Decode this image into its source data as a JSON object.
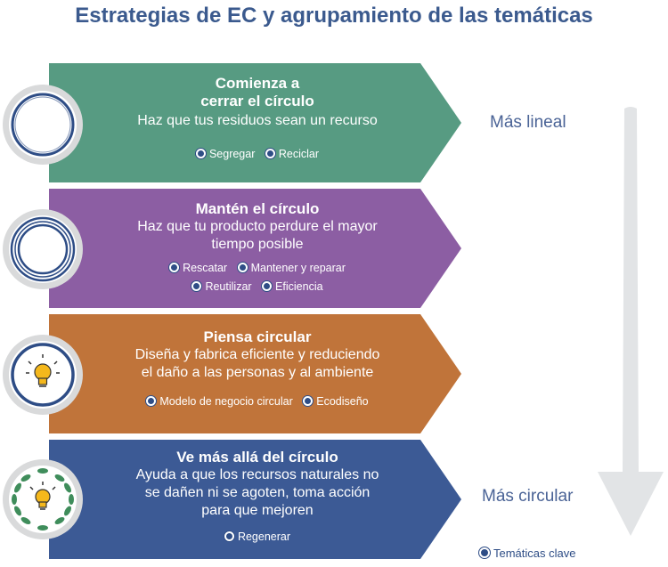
{
  "title": "Estrategias de EC y agrupamiento de las temáticas",
  "colors": {
    "band1": "#579b82",
    "band2": "#8c5ea3",
    "band3": "#c0743a",
    "band4": "#3c5a95",
    "accent": "#2e4d86",
    "down_arrow": "#e2e4e6"
  },
  "bands": [
    {
      "title_line1": "Comienza a",
      "title_line2": "cerrar el círculo",
      "description": "Haz que tus residuos sean un recurso",
      "icon": "ring-icon",
      "tags": [
        "Segregar",
        "Reciclar"
      ]
    },
    {
      "title": "Mantén el círculo",
      "description_line1": "Haz que tu producto perdure el mayor",
      "description_line2": "tiempo posible",
      "icon": "double-ring-icon",
      "tags_row1": [
        "Rescatar",
        "Mantener y reparar"
      ],
      "tags_row2": [
        "Reutilizar",
        "Eficiencia"
      ]
    },
    {
      "title": "Piensa circular",
      "description_line1": "Diseña y fabrica eficiente y reduciendo",
      "description_line2": "el daño a las personas y al ambiente",
      "icon": "lightbulb-icon",
      "tags": [
        "Modelo de negocio circular",
        "Ecodiseño"
      ]
    },
    {
      "title": "Ve más allá del círculo",
      "description_line1": "Ayuda a que los recursos naturales no",
      "description_line2": "se dañen ni se agoten, toma acción",
      "description_line3": "para que mejoren",
      "icon": "lightbulb-laurel-icon",
      "tags": [
        "Regenerar"
      ]
    }
  ],
  "scale": {
    "top_label": "Más lineal",
    "bottom_label": "Más circular"
  },
  "legend": {
    "label": "Temáticas clave"
  }
}
